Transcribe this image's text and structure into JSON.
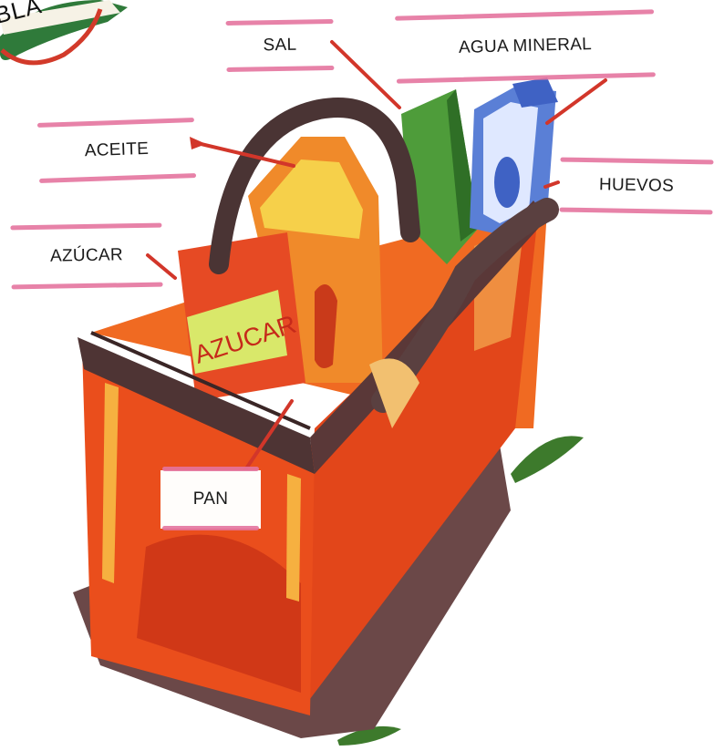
{
  "tag_text": "BLA",
  "labels": {
    "sal": "SAL",
    "agua_mineral": "AGUA MINERAL",
    "aceite": "ACEITE",
    "huevos": "HUEVOS",
    "azucar": "AZÚCAR",
    "pan": "PAN"
  },
  "package_text": {
    "azucar_package": "AZUCAR"
  },
  "colors": {
    "bag": "#e8541e",
    "handles": "#4a3030",
    "label_stripe": "#e4749e",
    "pointer": "#d2362a"
  }
}
